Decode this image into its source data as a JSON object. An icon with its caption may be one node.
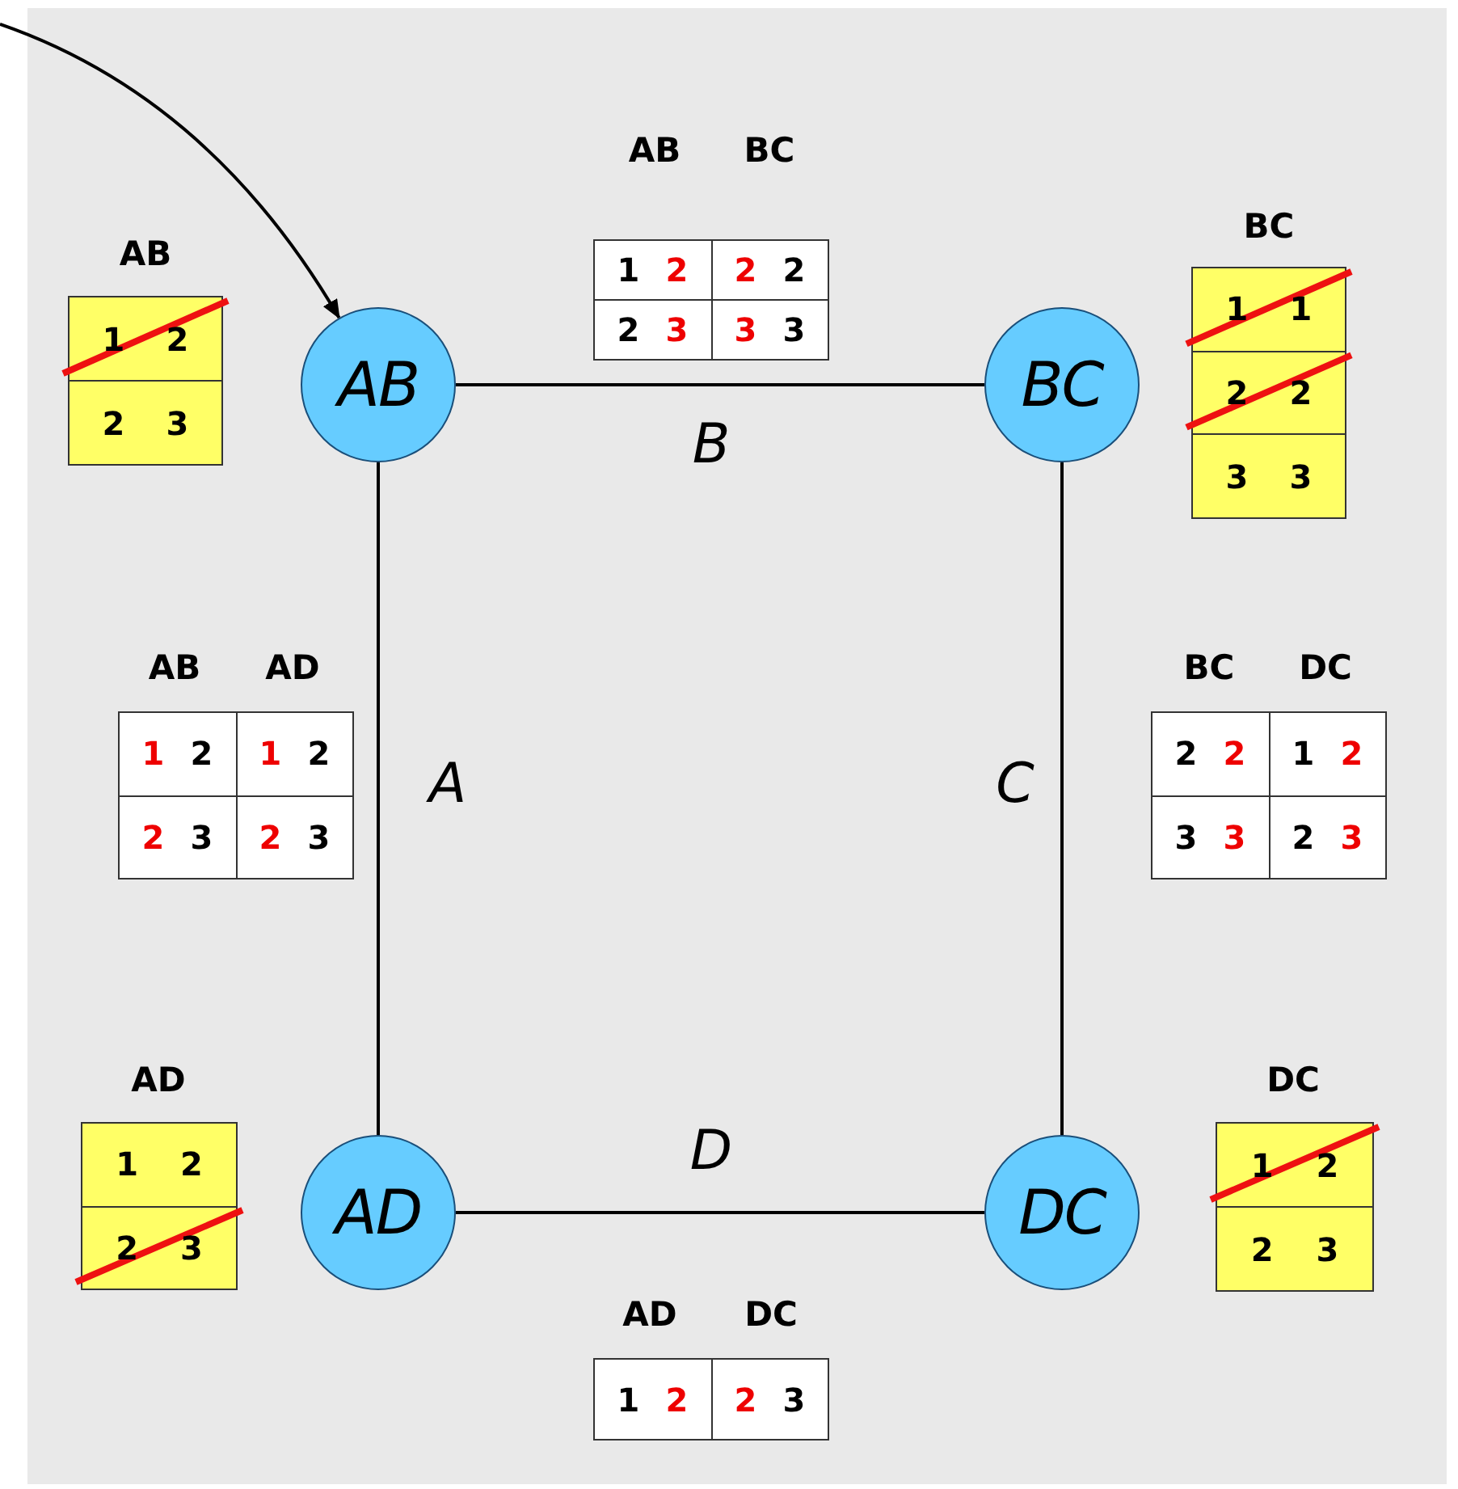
{
  "diagram": {
    "nodes": [
      {
        "text": [
          "AB"
        ]
      },
      {
        "text": [
          "BC"
        ]
      },
      {
        "text": [
          "AD"
        ]
      },
      {
        "text": [
          "DC"
        ]
      }
    ],
    "edges": [
      {
        "from": null,
        "to": 0,
        "arrow": "to"
      },
      {
        "from": 0,
        "to": 1,
        "arrow": "none",
        "label": "B"
      },
      {
        "from": 0,
        "to": 2,
        "arrow": "none",
        "label": "A"
      },
      {
        "from": 1,
        "to": 3,
        "arrow": "none",
        "label": "C"
      },
      {
        "from": 2,
        "to": 3,
        "arrow": "none",
        "label": "D"
      }
    ],
    "labels": [
      "AB",
      "BC",
      "1",
      "2",
      "2",
      "2",
      "2",
      "3",
      "3",
      "3",
      "AB",
      "1",
      "2",
      "2",
      "3",
      "BC",
      "1",
      "1",
      "2",
      "2",
      "3",
      "3",
      "AB",
      "AD",
      "1",
      "2",
      "1",
      "2",
      "2",
      "3",
      "2",
      "3",
      "BC",
      "DC",
      "2",
      "2",
      "1",
      "2",
      "3",
      "3",
      "2",
      "3",
      "AD",
      "1",
      "2",
      "2",
      "3",
      "DC",
      "1",
      "2",
      "2",
      "3",
      "AD",
      "DC",
      "1",
      "2",
      "2",
      "3"
    ]
  }
}
